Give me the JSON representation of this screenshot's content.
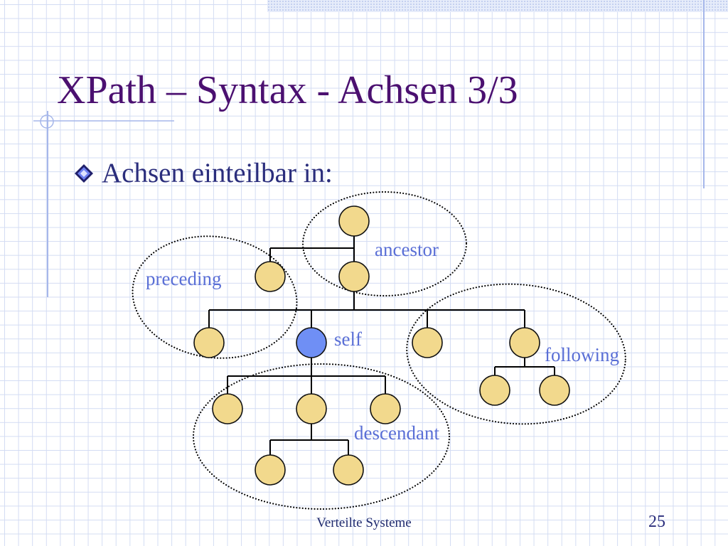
{
  "slide": {
    "title": "XPath – Syntax - Achsen 3/3",
    "bullets": [
      {
        "icon": "diamond-bullet-icon",
        "text": "Achsen einteilbar in:"
      }
    ],
    "footer": "Verteilte Systeme",
    "page_number": "25"
  },
  "diagram": {
    "type": "tree",
    "axis_labels": {
      "ancestor": "ancestor",
      "preceding": "preceding",
      "self": "self",
      "following": "following",
      "descendant": "descendant"
    }
  },
  "colors": {
    "title": "#4b1070",
    "text": "#2a2d7c",
    "label": "#5a6fd6",
    "footer": "#1f2a6e",
    "node_fill": "#f2d98d",
    "self_node_fill": "#6f8ff5",
    "grid": "#d3dcf3",
    "decoration": "#a6b7ea"
  }
}
